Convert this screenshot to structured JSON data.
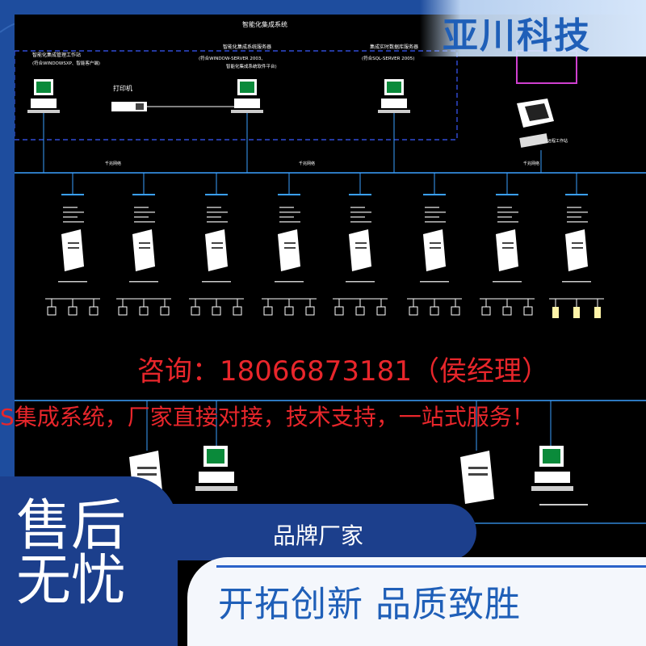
{
  "brand": {
    "name": "亚川科技"
  },
  "diagram": {
    "title": "智能化集成系统",
    "workstation_label": "智能化集成管理工作站",
    "workstation_sub": "(符合WINDOWSXP、智能客户端)",
    "printer_label": "打印机",
    "server_a_label": "智能化集成系统服务器",
    "server_a_sub": "(符合WINDOW-SERVER 2003、",
    "server_a_sub2": "智能化集成系统软件平台)",
    "server_b_label": "集成实时数据库服务器",
    "server_b_sub": "(符合SQL-SERVER 2005)",
    "network_label": "千兆网络",
    "remote_label": "远程工作站"
  },
  "overlay": {
    "contact": "咨询：18066873181（侯经理）",
    "slogan": "S集成系统，厂家直接对接，技术支持，一站式服务！",
    "after_sales": "售后无忧",
    "brand_pill": "品牌厂家",
    "tagline": "开拓创新  品质致胜"
  },
  "colors": {
    "accent_blue": "#1f5fb8",
    "panel_blue": "#1c3f8c",
    "alert_red": "#e8262b",
    "cad_black": "#000000"
  }
}
